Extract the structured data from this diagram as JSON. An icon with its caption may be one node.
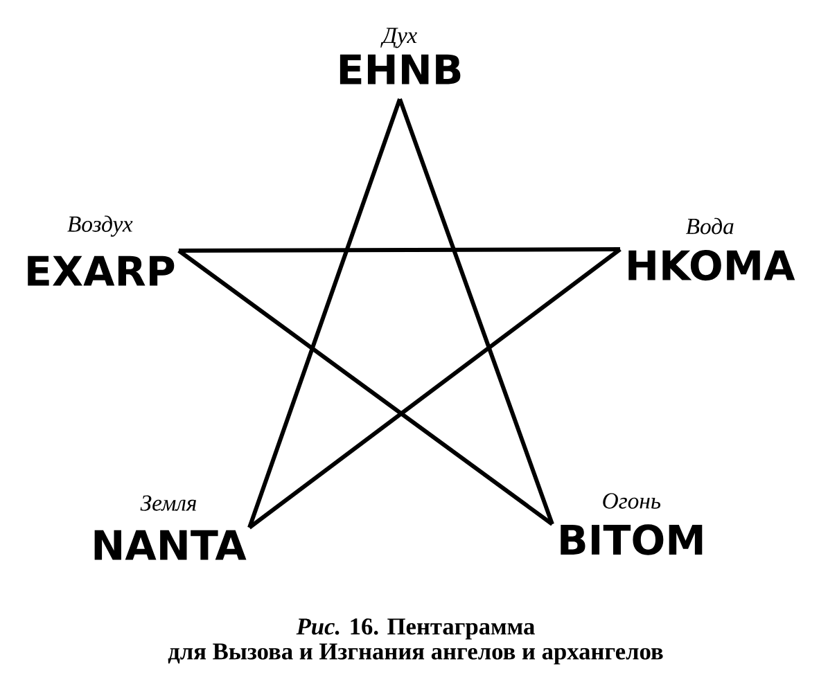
{
  "diagram": {
    "caption": "*Рис.* 16. Пентаграмма для Вызова и Изгнания ангелов и архангелов",
    "nodes": [
      {
        "text": [
          "Дух",
          "EHNB"
        ]
      },
      {
        "text": [
          "Воздух",
          "EXARP"
        ]
      },
      {
        "text": [
          "Вода",
          "HKOMA"
        ]
      },
      {
        "text": [
          "Земля",
          "NANTA"
        ]
      },
      {
        "text": [
          "Огонь",
          "BITOM"
        ]
      }
    ],
    "edges": [
      {
        "from": 0,
        "to": 3,
        "arrow": "none"
      },
      {
        "from": 0,
        "to": 4,
        "arrow": "none"
      },
      {
        "from": 1,
        "to": 2,
        "arrow": "none"
      },
      {
        "from": 1,
        "to": 4,
        "arrow": "none"
      },
      {
        "from": 2,
        "to": 3,
        "arrow": "none"
      }
    ]
  }
}
